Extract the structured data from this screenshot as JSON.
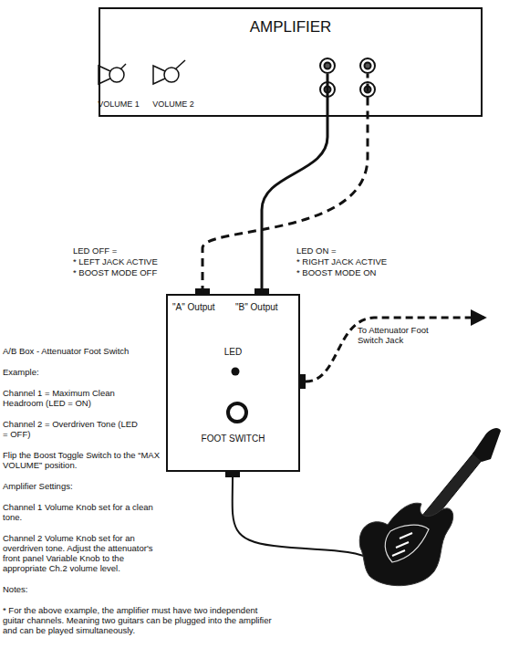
{
  "diagram": {
    "nodes": [
      {
        "text": [
          "AMPLIFIER",
          "VOLUME 1",
          "VOLUME 2"
        ]
      },
      {
        "text": [
          "\"A\" Output",
          "\"B\" Output",
          "LED",
          "FOOT SWITCH"
        ]
      }
    ],
    "edges": [
      {
        "from": 1,
        "to": 0,
        "arrow": "none"
      },
      {
        "from": 1,
        "to": 0,
        "arrow": "none"
      }
    ],
    "labels": [
      "LED OFF =",
      "* LEFT JACK ACTIVE",
      "* BOOST MODE OFF",
      "LED ON =",
      "* RIGHT JACK ACTIVE",
      "* BOOST MODE ON",
      "A/B Box - Attenuator Foot Switch",
      "Example:",
      "Channel 1 = Maximum Clean Headroom (LED = ON)",
      "Channel 2 = Overdriven Tone (LED = OFF)",
      "Flip the Boost Toggle Switch to the “MAX VOLUME” position.",
      "Amplifier Settings:",
      "Channel 1 Volume Knob set for a clean tone.",
      "Channel 2 Volume Knob set for an overdriven tone.  Adjust the attenuator's front panel Variable Knob to the appropriate Ch.2 volume level.",
      "Notes:",
      "* For the above example, the amplifier must have two independent guitar channels.  Meaning two guitars can be plugged into the amplifier and can be played simultaneously.",
      "To Attenuator Foot Switch Jack"
    ]
  }
}
